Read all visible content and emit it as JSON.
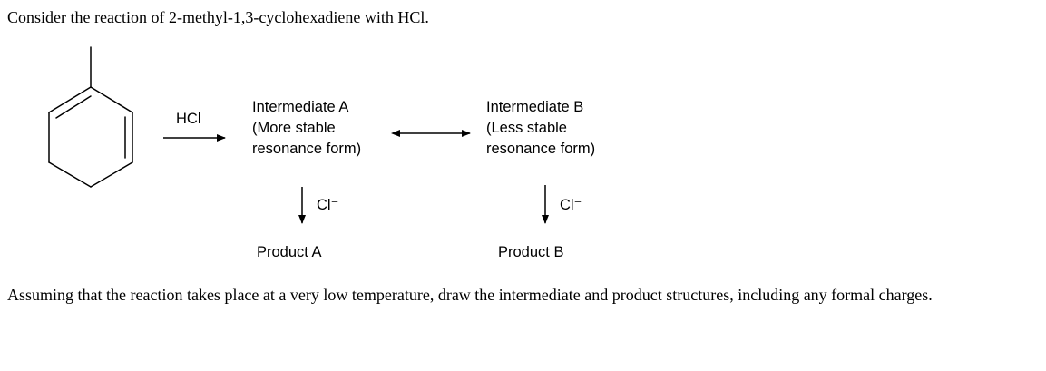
{
  "question": {
    "intro": "Consider the reaction of 2-methyl-1,3-cyclohexadiene with HCl.",
    "instruction": "Assuming that the reaction takes place at a very low temperature, draw the intermediate and product structures, including any formal charges."
  },
  "scheme": {
    "starting_material_icon": "2-methyl-1,3-cyclohexadiene-structure",
    "reagent": "HCl",
    "intermediate_a": {
      "line1": "Intermediate A",
      "line2": "(More stable",
      "line3": "resonance form)"
    },
    "intermediate_b": {
      "line1": "Intermediate B",
      "line2": "(Less stable",
      "line3": "resonance form)"
    },
    "nucleophile_a": "Cl⁻",
    "nucleophile_b": "Cl⁻",
    "product_a": "Product A",
    "product_b": "Product B"
  }
}
